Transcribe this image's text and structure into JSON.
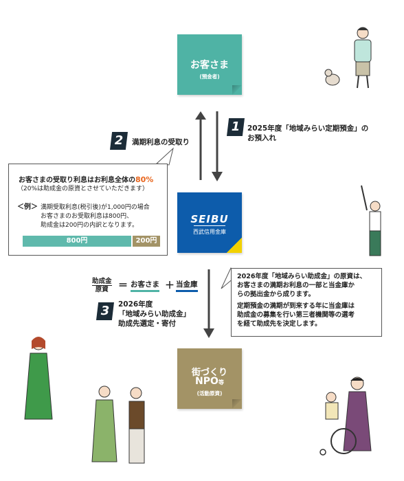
{
  "customer": {
    "title": "お客さま",
    "subtitle": "(預金者)"
  },
  "bank": {
    "logo": "SEIBU",
    "name": "西武信用金庫"
  },
  "npo": {
    "line1": "街づくり",
    "line2": "NPO",
    "line2_suffix": "等",
    "subtitle": "(活動原資)"
  },
  "step1": {
    "num": "1",
    "line1": "2025年度「地域みらい定期預金」の",
    "line2": "お預入れ"
  },
  "step2": {
    "num": "2",
    "label": "満期利息の受取り"
  },
  "step3": {
    "num": "3",
    "line1": "2026年度",
    "line2": "「地域みらい助成金」",
    "line3": "助成先選定・寄付"
  },
  "interest_box": {
    "headline_pre": "お客さまの受取り利息はお利息全体の",
    "headline_pct": "80%",
    "note": "（20%は助成金の原資とさせていただきます）",
    "example_tag": "＜例＞",
    "example_line1": "満期受取利息(税引後)が1,000円の場合",
    "example_line2": "お客さまのお受取利息は800円、",
    "example_line3": "助成金は200円の内訳となります。",
    "bar_customer": "800円",
    "bar_grant": "200円",
    "bar_customer_share": 0.8,
    "bar_grant_share": 0.2
  },
  "formula": {
    "label1": "助成金",
    "label2": "原資",
    "eq": "＝",
    "term1": "お客さま",
    "plus": "＋",
    "term2": "当金庫"
  },
  "grant_box": {
    "p1_line1": "2026年度「地域みらい助成金」の原資は、",
    "p1_line2": "お客さまの満期お利息の一部と当金庫か",
    "p1_line3": "らの拠出金から成ります。",
    "p2_line1": "定期預金の満期が到来する年に当金庫は",
    "p2_line2": "助成金の募集を行い第三者機関等の選考",
    "p2_line3": "を経て助成先を決定します。"
  },
  "colors": {
    "customer": "#4fb3a5",
    "bank": "#0d5cab",
    "npo": "#a39366",
    "accent": "#e8641b",
    "step": "#1c2c38"
  }
}
